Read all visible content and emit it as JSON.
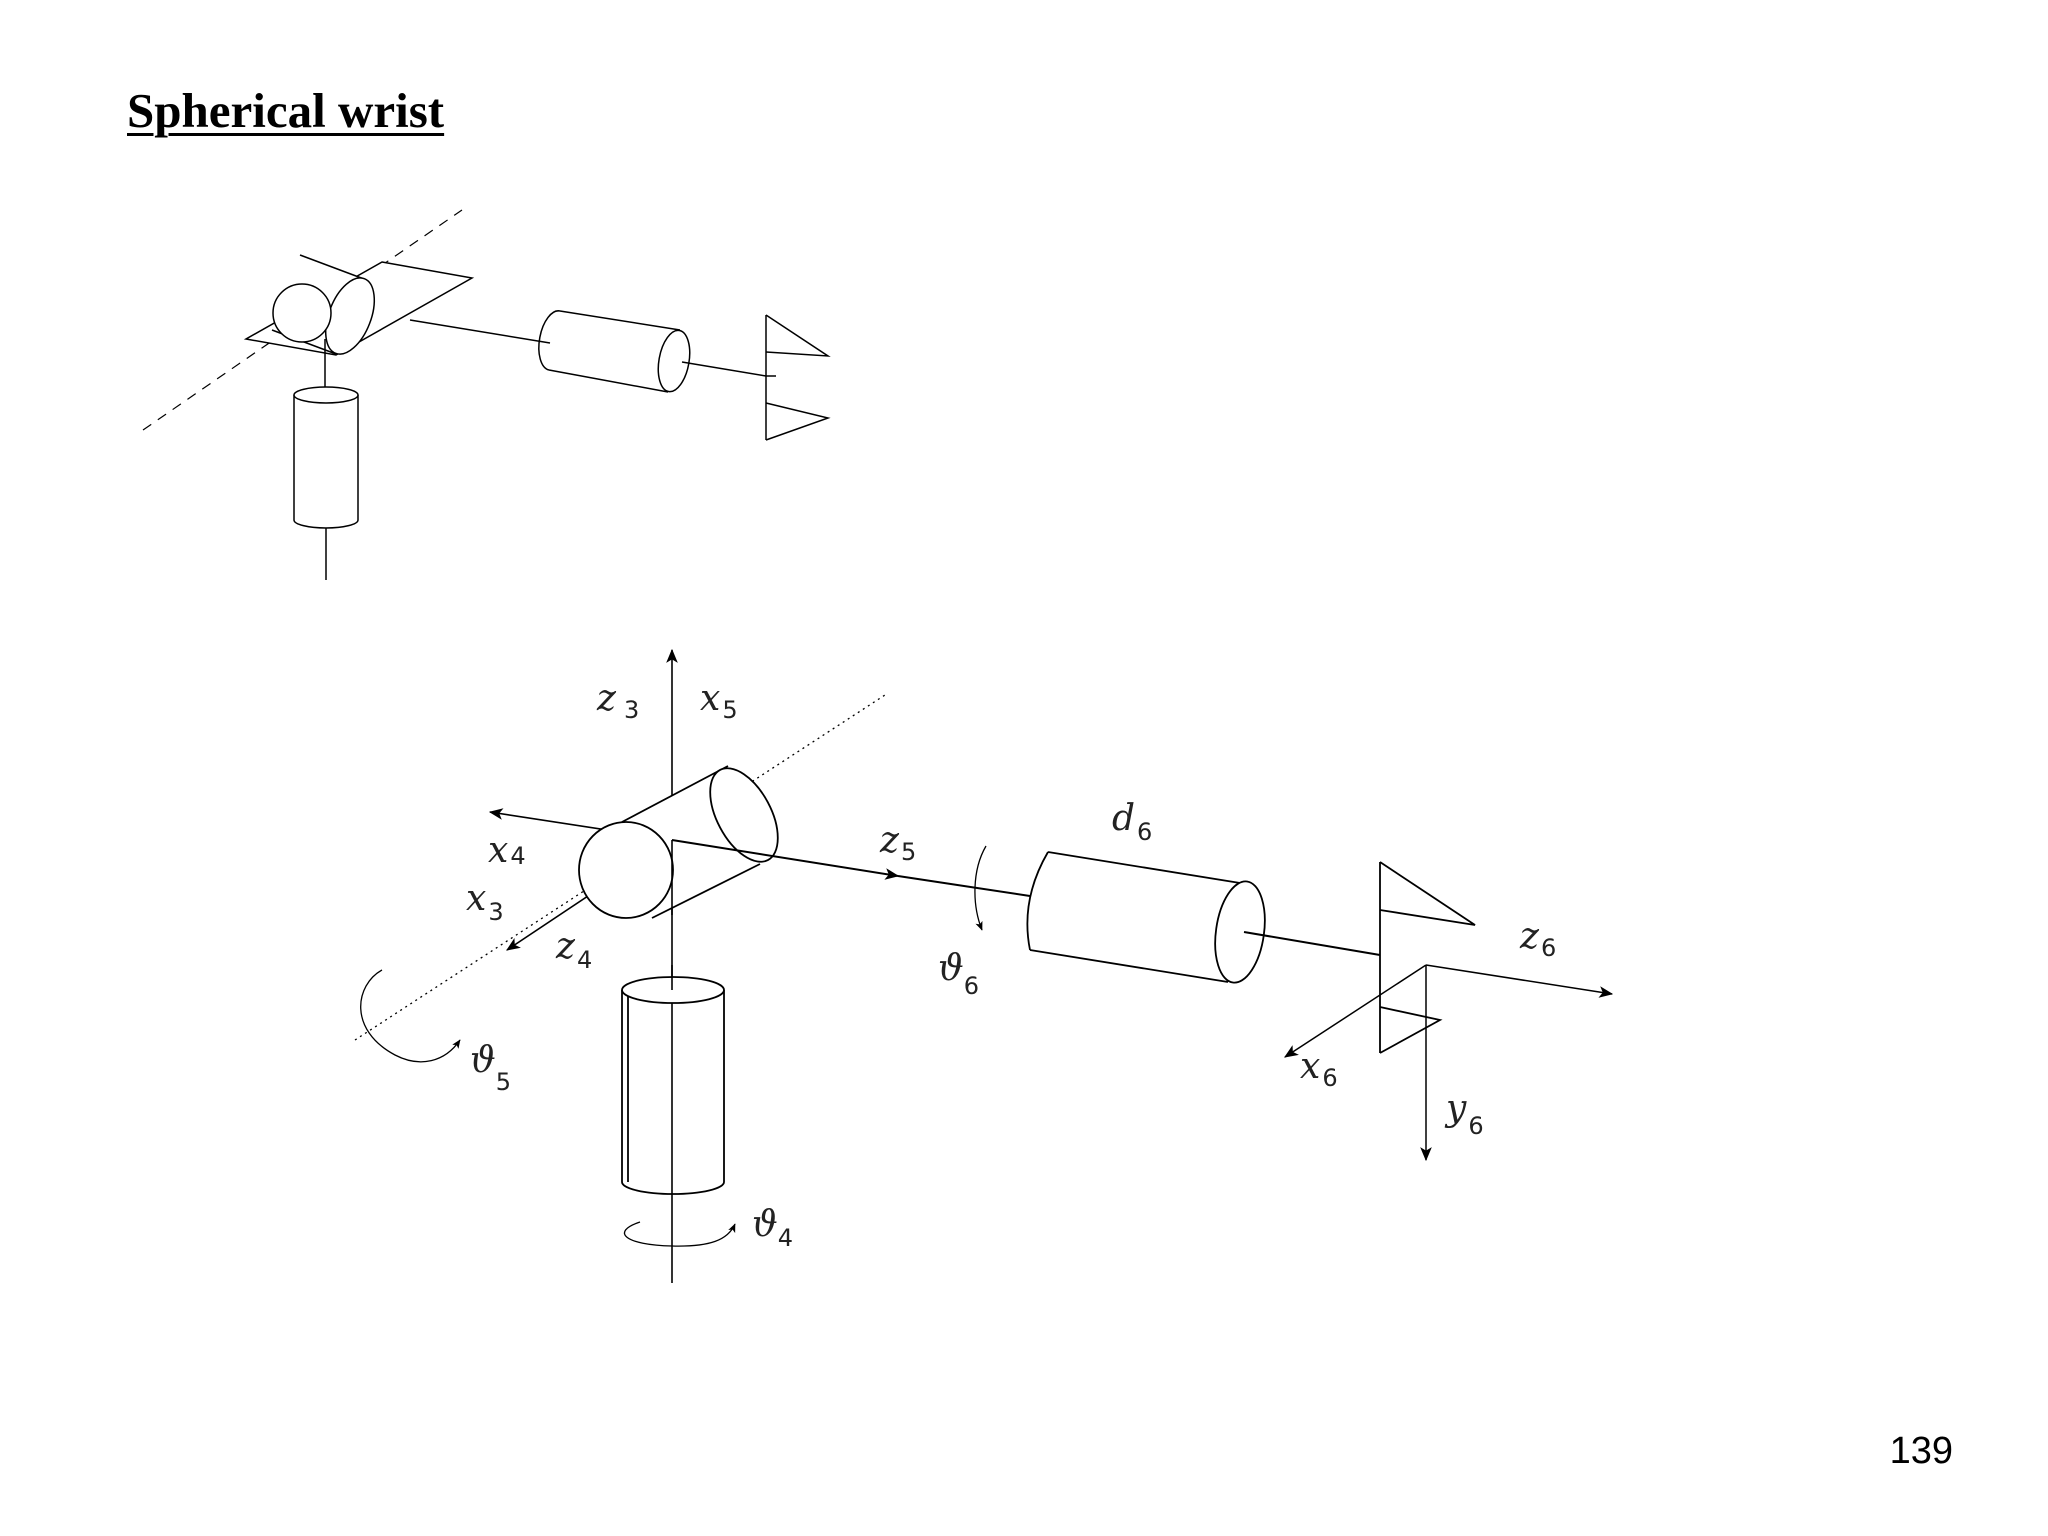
{
  "slide": {
    "title": "Spherical wrist",
    "page_number": "139"
  },
  "diagram": {
    "labels": {
      "z3": {
        "sym": "z",
        "sub": "3"
      },
      "x5": {
        "sym": "x",
        "sub": "5"
      },
      "x4": {
        "sym": "x",
        "sub": "4"
      },
      "x3": {
        "sym": "x",
        "sub": "3"
      },
      "z4": {
        "sym": "z",
        "sub": "4"
      },
      "z5": {
        "sym": "z",
        "sub": "5"
      },
      "d6": {
        "sym": "d",
        "sub": "6"
      },
      "theta6": {
        "sym": "ϑ",
        "sub": "6"
      },
      "theta5": {
        "sym": "ϑ",
        "sub": "5"
      },
      "theta4": {
        "sym": "ϑ",
        "sub": "4"
      },
      "z6": {
        "sym": "z",
        "sub": "6"
      },
      "x6": {
        "sym": "x",
        "sub": "6"
      },
      "y6": {
        "sym": "y",
        "sub": "6"
      }
    }
  }
}
